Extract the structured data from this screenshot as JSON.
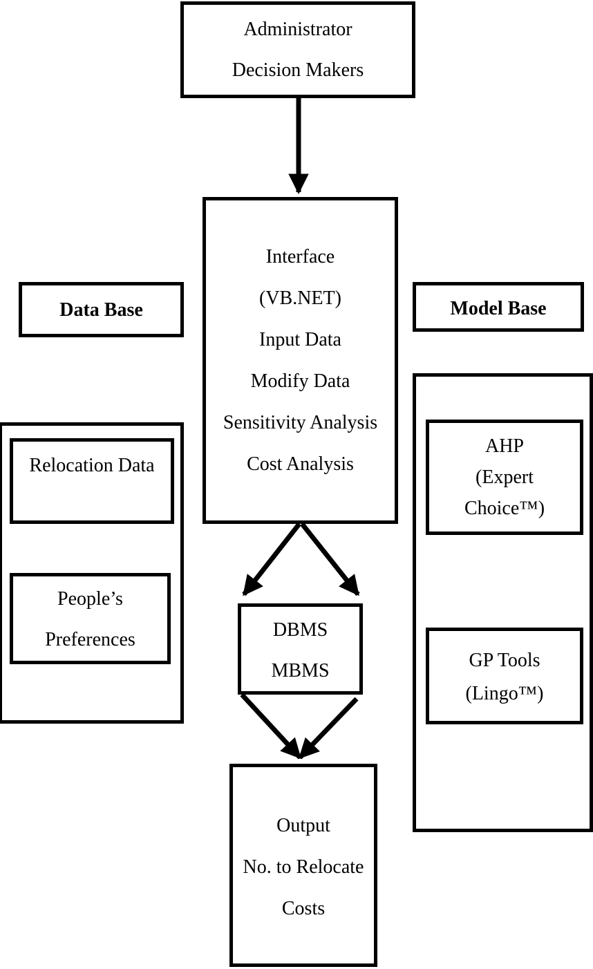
{
  "admin": {
    "line1": "Administrator",
    "line2": "Decision Makers"
  },
  "interface": {
    "line1": "Interface",
    "line2": "(VB.NET)",
    "line3": "Input Data",
    "line4": "Modify Data",
    "line5": "Sensitivity Analysis",
    "line6": "Cost Analysis"
  },
  "data_base": {
    "title": "Data Base",
    "relocation": "Relocation Data",
    "preferences_line1": "People’s",
    "preferences_line2": "Preferences"
  },
  "model_base": {
    "title": "Model Base",
    "ahp_line1": "AHP",
    "ahp_line2": "(Expert",
    "ahp_line3": "Choice™)",
    "gp_line1": "GP Tools",
    "gp_line2": "(Lingo™)"
  },
  "dbms": {
    "line1": "DBMS",
    "line2": "MBMS"
  },
  "output": {
    "line1": "Output",
    "line2": "No. to Relocate",
    "line3": "Costs"
  },
  "colors": {
    "stroke": "#000000",
    "background": "#ffffff"
  }
}
